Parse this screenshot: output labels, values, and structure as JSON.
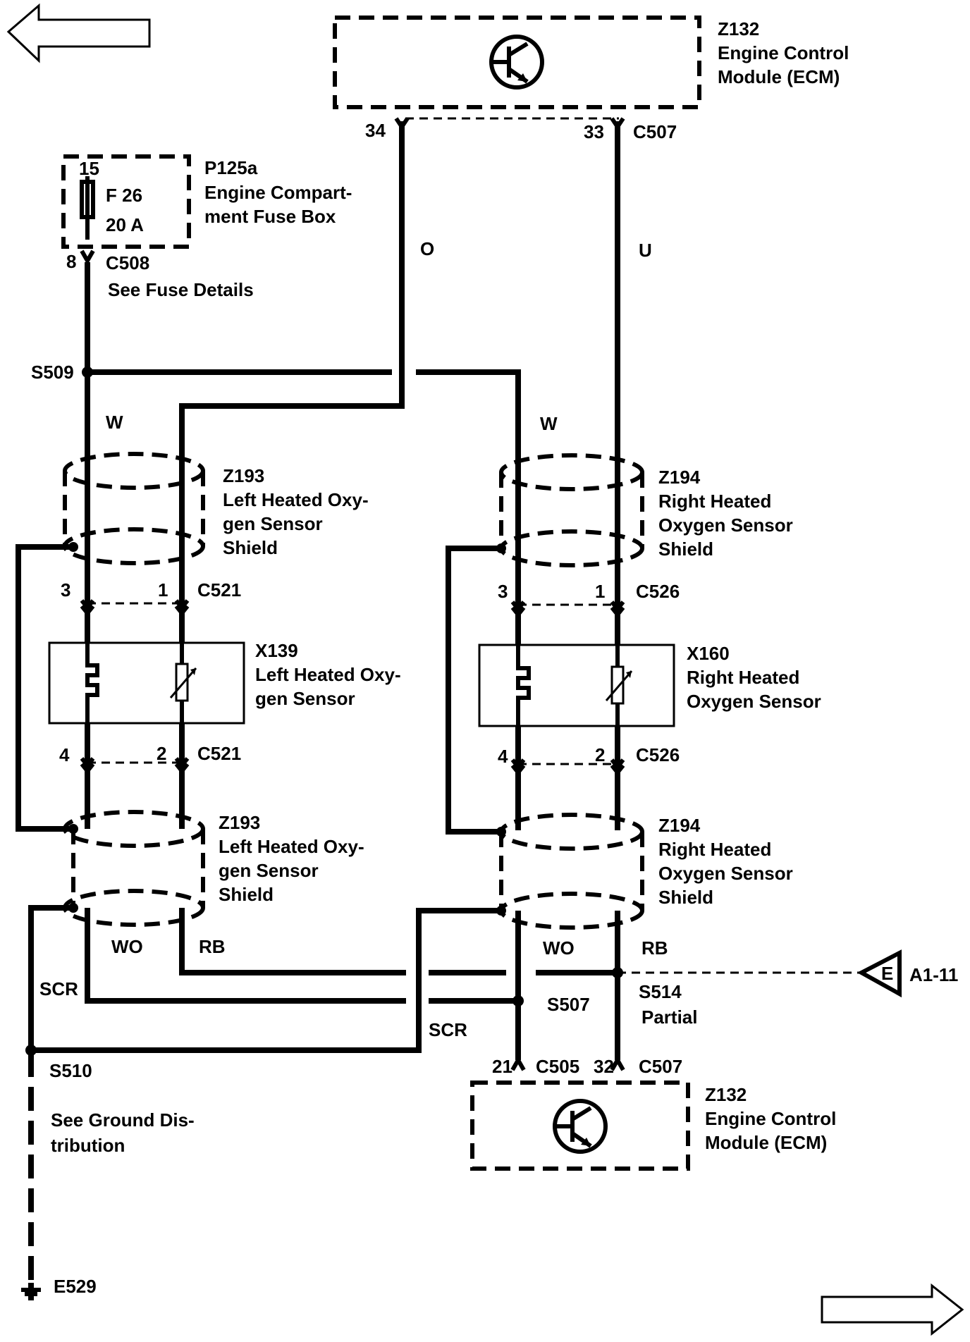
{
  "nav": {
    "prev_arrow": "left-arrow-icon",
    "next_arrow": "right-arrow-icon"
  },
  "ecm_top": {
    "id": "Z132",
    "name_line1": "Engine Control",
    "name_line2": "Module (ECM)",
    "pin_left": "34",
    "pin_right": "33",
    "connector": "C507",
    "icon": "transistor-icon"
  },
  "fuse_box": {
    "id": "P125a",
    "name_line1": "Engine Compart-",
    "name_line2": "ment Fuse Box",
    "pin_top": "15",
    "fuse": "F 26",
    "rating": "20 A",
    "pin_out": "8",
    "connector": "C508",
    "note": "See Fuse Details",
    "icon": "fuse-icon"
  },
  "wires": {
    "o": "O",
    "u": "U",
    "w_left": "W",
    "w_right": "W",
    "wo_left": "WO",
    "rb_left": "RB",
    "wo_right": "WO",
    "rb_right": "RB",
    "scr_left": "SCR",
    "scr_right": "SCR"
  },
  "splices": {
    "s509": "S509",
    "s507": "S507",
    "s514": "S514",
    "s514_note": "Partial",
    "s510": "S510"
  },
  "left_shield_top": {
    "id": "Z193",
    "line1": "Left Heated Oxy-",
    "line2": "gen Sensor",
    "line3": "Shield"
  },
  "left_shield_bottom": {
    "id": "Z193",
    "line1": "Left Heated Oxy-",
    "line2": "gen Sensor",
    "line3": "Shield"
  },
  "right_shield_top": {
    "id": "Z194",
    "line1": "Right Heated",
    "line2": "Oxygen Sensor",
    "line3": "Shield"
  },
  "right_shield_bottom": {
    "id": "Z194",
    "line1": "Right Heated",
    "line2": "Oxygen Sensor",
    "line3": "Shield"
  },
  "left_sensor": {
    "id": "X139",
    "line1": "Left Heated Oxy-",
    "line2": "gen Sensor",
    "conn": "C521",
    "pin_a": "3",
    "pin_b": "1",
    "pin_c": "4",
    "pin_d": "2",
    "heater_icon": "heater-element-icon",
    "sensor_icon": "variable-resistor-icon"
  },
  "right_sensor": {
    "id": "X160",
    "line1": "Right Heated",
    "line2": "Oxygen Sensor",
    "conn": "C526",
    "pin_a": "3",
    "pin_b": "1",
    "pin_c": "4",
    "pin_d": "2",
    "heater_icon": "heater-element-icon",
    "sensor_icon": "variable-resistor-icon"
  },
  "offpage": {
    "letter": "E",
    "ref": "A1-11"
  },
  "ecm_bottom": {
    "id": "Z132",
    "name_line1": "Engine Control",
    "name_line2": "Module (ECM)",
    "pin_left": "21",
    "conn_left": "C505",
    "pin_right": "32",
    "conn_right": "C507",
    "icon": "transistor-icon"
  },
  "ground": {
    "note_line1": "See Ground Dis-",
    "note_line2": "tribution",
    "id": "E529",
    "icon": "ground-icon"
  }
}
